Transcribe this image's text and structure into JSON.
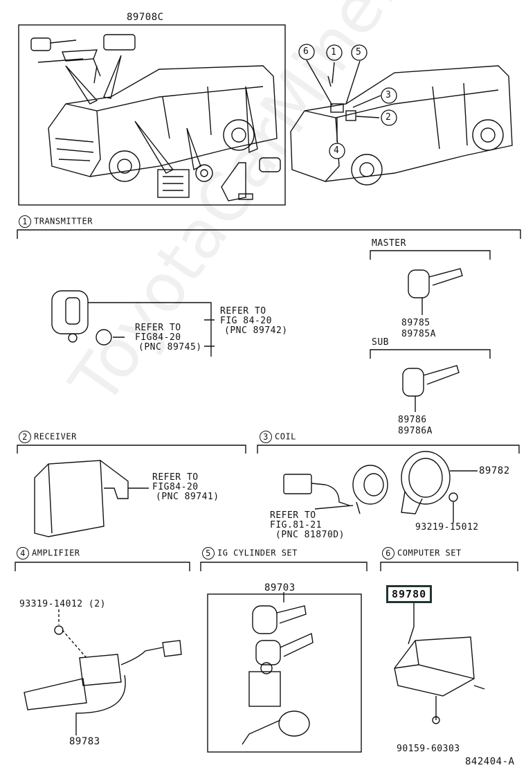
{
  "header": {
    "fig_ref": "89708C",
    "figure_id": "842404-A"
  },
  "callouts": [
    "6",
    "1",
    "5",
    "3",
    "2",
    "4"
  ],
  "watermark": "ToyotaCarMine.ru",
  "sections": [
    {
      "num": "1",
      "title": "TRANSMITTER"
    },
    {
      "num": "2",
      "title": "RECEIVER"
    },
    {
      "num": "3",
      "title": "COIL"
    },
    {
      "num": "4",
      "title": "AMPLIFIER"
    },
    {
      "num": "5",
      "title": "IG CYLINDER SET"
    },
    {
      "num": "6",
      "title": "COMPUTER SET"
    }
  ],
  "transmitter": {
    "master_label": "MASTER",
    "master_parts": [
      "89785",
      "89785A"
    ],
    "sub_label": "SUB",
    "sub_parts": [
      "89786",
      "89786A"
    ],
    "refer_a": [
      "REFER TO",
      "FIG 84-20",
      "(PNC 89742)"
    ],
    "refer_b": [
      "REFER TO",
      "FIG84-20",
      "(PNC 89745)"
    ]
  },
  "receiver": {
    "refer": [
      "REFER TO",
      "FIG84-20",
      "(PNC 89741)"
    ]
  },
  "coil": {
    "refer": [
      "REFER TO",
      "FIG.81-21",
      "(PNC 81870D)"
    ],
    "part": "89782",
    "screw": "93219-15012"
  },
  "amplifier": {
    "screw": "93319-14012 (2)",
    "part": "89783"
  },
  "ig_cylinder": {
    "part": "89703"
  },
  "computer": {
    "part": "89780",
    "screw": "90159-60303"
  }
}
